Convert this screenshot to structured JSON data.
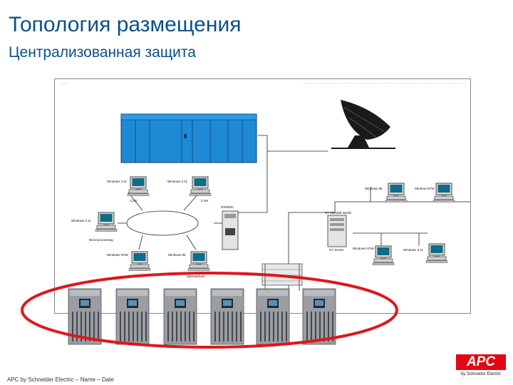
{
  "slide": {
    "title": "Топология размещения",
    "subtitle": "Централизованная защита"
  },
  "diagram": {
    "workstations": [
      {
        "label": "Windows 3.11"
      },
      {
        "label": "Windows 3.11"
      },
      {
        "label": "Windows 3.11"
      },
      {
        "label": "Windows NTW"
      },
      {
        "label": "Windows 95"
      },
      {
        "label": "Windows 95"
      },
      {
        "label": "Window NTW"
      },
      {
        "label": "Windows NTW"
      },
      {
        "label": "Windows 3.11"
      }
    ],
    "node_labels": {
      "cad": "CAD",
      "cam": "CAM",
      "rs6000": "RS/6000",
      "processing": "Word processing",
      "spreadsheet": "Spreadsheet",
      "nt_server": "NT Server",
      "netware": "NT 386/486 NLMS"
    }
  },
  "footer": "APC by Schneider Electric – Name – Date",
  "logo": {
    "brand": "APC",
    "sub": "by Schneider Electric"
  },
  "colors": {
    "title": "#0a4f8c",
    "mainframe": "#1e8ad6",
    "ellipse": "#e0161b",
    "apc_red": "#e30613"
  }
}
